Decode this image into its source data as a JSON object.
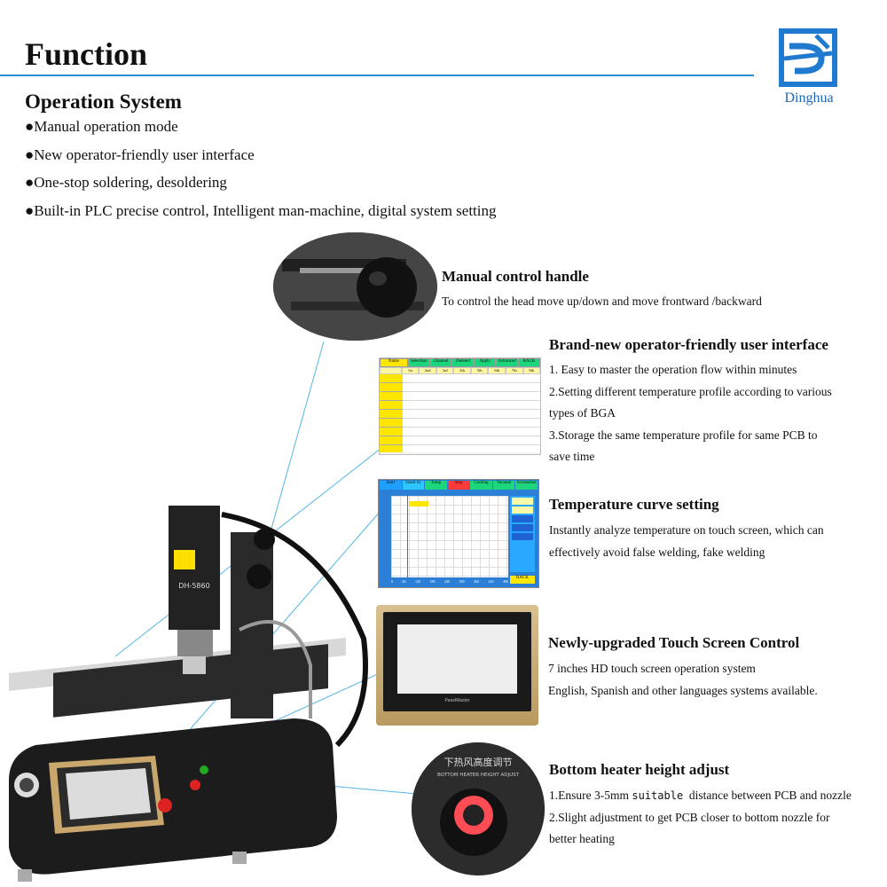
{
  "header": {
    "title": "Function",
    "brand": "Dinghua",
    "accent": "#2a8fd0"
  },
  "operation_system": {
    "title": "Operation System",
    "bullets": [
      "●Manual operation mode",
      "●New operator-friendly user interface",
      "●One-stop soldering, desoldering",
      "●Built-in PLC precise control, Intelligent man-machine, digital system setting"
    ]
  },
  "features": {
    "handle": {
      "title": "Manual control handle",
      "desc": "To control the head move up/down and move frontward /backward"
    },
    "ui": {
      "title": "Brand-new operator-friendly user interface",
      "lines": [
        "1. Easy to master the operation flow within minutes",
        "2.Setting different temperature profile according to various",
        "types of BGA",
        "3.Storage the same temperature profile for same PCB to",
        "save time"
      ]
    },
    "curve": {
      "title": "Temperature curve setting",
      "lines": [
        "Instantly analyze temperature on touch screen, which can",
        "effectively avoid false welding, fake welding"
      ]
    },
    "touch": {
      "title": "Newly-upgraded Touch Screen Control",
      "lines": [
        "7 inches HD touch screen operation system",
        "English, Spanish and other languages systems available."
      ]
    },
    "bottom": {
      "title": "Bottom heater height adjust",
      "line1_a": "1.Ensure 3-5mm ",
      "line1_b": "suitable",
      "line1_c": "  distance between PCB and nozzle",
      "line2": "2.Slight adjustment to get PCB closer to bottom nozzle for",
      "line3": "better heating"
    }
  },
  "ui_table": {
    "tabs": [
      "Name",
      "Selection",
      "Channel",
      "Deleted",
      "Apply",
      "Advanced",
      "BACK"
    ],
    "header": [
      "",
      "1st",
      "2nd",
      "3rd",
      "4th",
      "5th",
      "6th",
      "7th",
      "8th"
    ]
  },
  "curve_screen": {
    "tabs": [
      "Start",
      "Stand by",
      "Temp",
      "Stop",
      "Cooling",
      "Vacuum",
      "Screenshot"
    ],
    "back": "BACK",
    "x_ticks": [
      "0",
      "60",
      "120",
      "180",
      "240",
      "300",
      "360",
      "420",
      "480"
    ]
  },
  "touch_screen": {
    "brand": "PanelMaster"
  },
  "machine": {
    "model": "DH-5860",
    "bottom_label": "下热风高度调节",
    "bottom_label_en": "BOTTOM HEATER HEIGHT ADJUST"
  }
}
